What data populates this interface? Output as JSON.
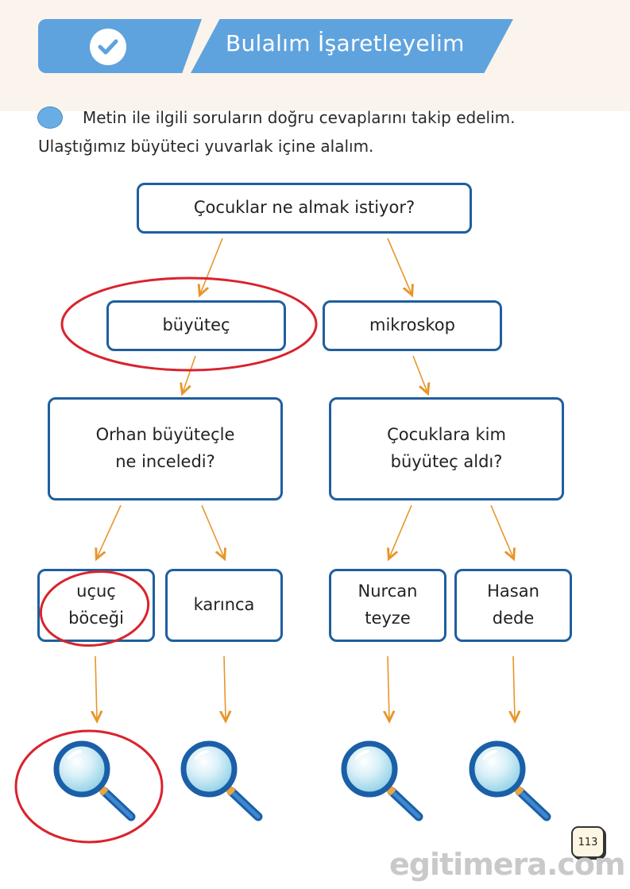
{
  "header": {
    "title": "Bulalım İşaretleyelim",
    "icon": "check-icon",
    "accent": "#5fa3de"
  },
  "instruction": {
    "line1": "Metin ile ilgili soruların doğru cevaplarını takip edelim.",
    "line2": "Ulaştığımız büyüteci yuvarlak içine alalım."
  },
  "tree": {
    "root": "Çocuklar ne almak istiyor?",
    "level1": [
      "büyüteç",
      "mikroskop"
    ],
    "level2": [
      "Orhan büyüteçle\nne inceledi?",
      "Çocuklara kim\nbüyüteç aldı?"
    ],
    "level3": [
      "uçuç\nböceği",
      "karınca",
      "Nurcan\nteyze",
      "Hasan\ndede"
    ]
  },
  "colors": {
    "box_border": "#1f5f9e",
    "arrow": "#e8952a",
    "circle_mark": "#d9232d"
  },
  "page_number": "113",
  "watermark": "egitimera.com"
}
